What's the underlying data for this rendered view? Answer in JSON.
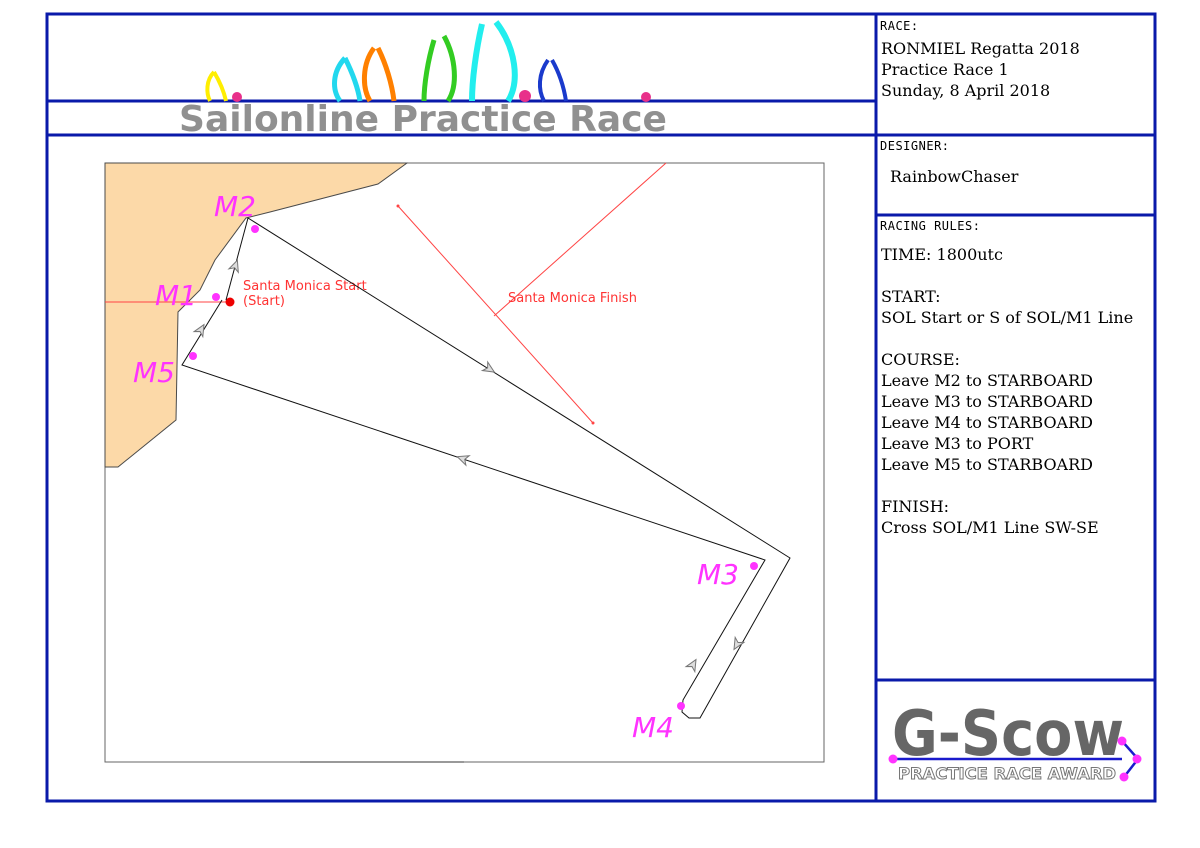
{
  "header": {
    "title": "Sailonline Practice Race"
  },
  "race": {
    "heading": "RACE:",
    "lines": [
      "RONMIEL Regatta 2018",
      "Practice Race 1",
      "Sunday, 8 April 2018"
    ]
  },
  "designer": {
    "heading": "DESIGNER:",
    "name": "RainbowChaser"
  },
  "rules": {
    "heading": "RACING RULES:",
    "time": "TIME: 1800utc",
    "start_heading": "START:",
    "start_text": "SOL Start or S of SOL/M1 Line",
    "course_heading": "COURSE:",
    "course": [
      "Leave M2 to STARBOARD",
      "Leave M3 to STARBOARD",
      "Leave M4 to STARBOARD",
      "Leave M3 to PORT",
      "Leave M5 to STARBOARD"
    ],
    "finish_heading": "FINISH:",
    "finish_text": "Cross SOL/M1 Line SW-SE"
  },
  "map": {
    "start_label": "Santa Monica Start",
    "start_sub": "(Start)",
    "finish_label": "Santa Monica Finish",
    "marks": [
      "M1",
      "M2",
      "M3",
      "M4",
      "M5"
    ]
  },
  "award": {
    "title": "G-Scow",
    "subtitle": "PRACTICE RACE AWARD"
  },
  "colors": {
    "frame": "#0a1aaa",
    "mark": "#ff33ff",
    "start_finish": "#ff4444",
    "land": "#fcd9a8"
  }
}
